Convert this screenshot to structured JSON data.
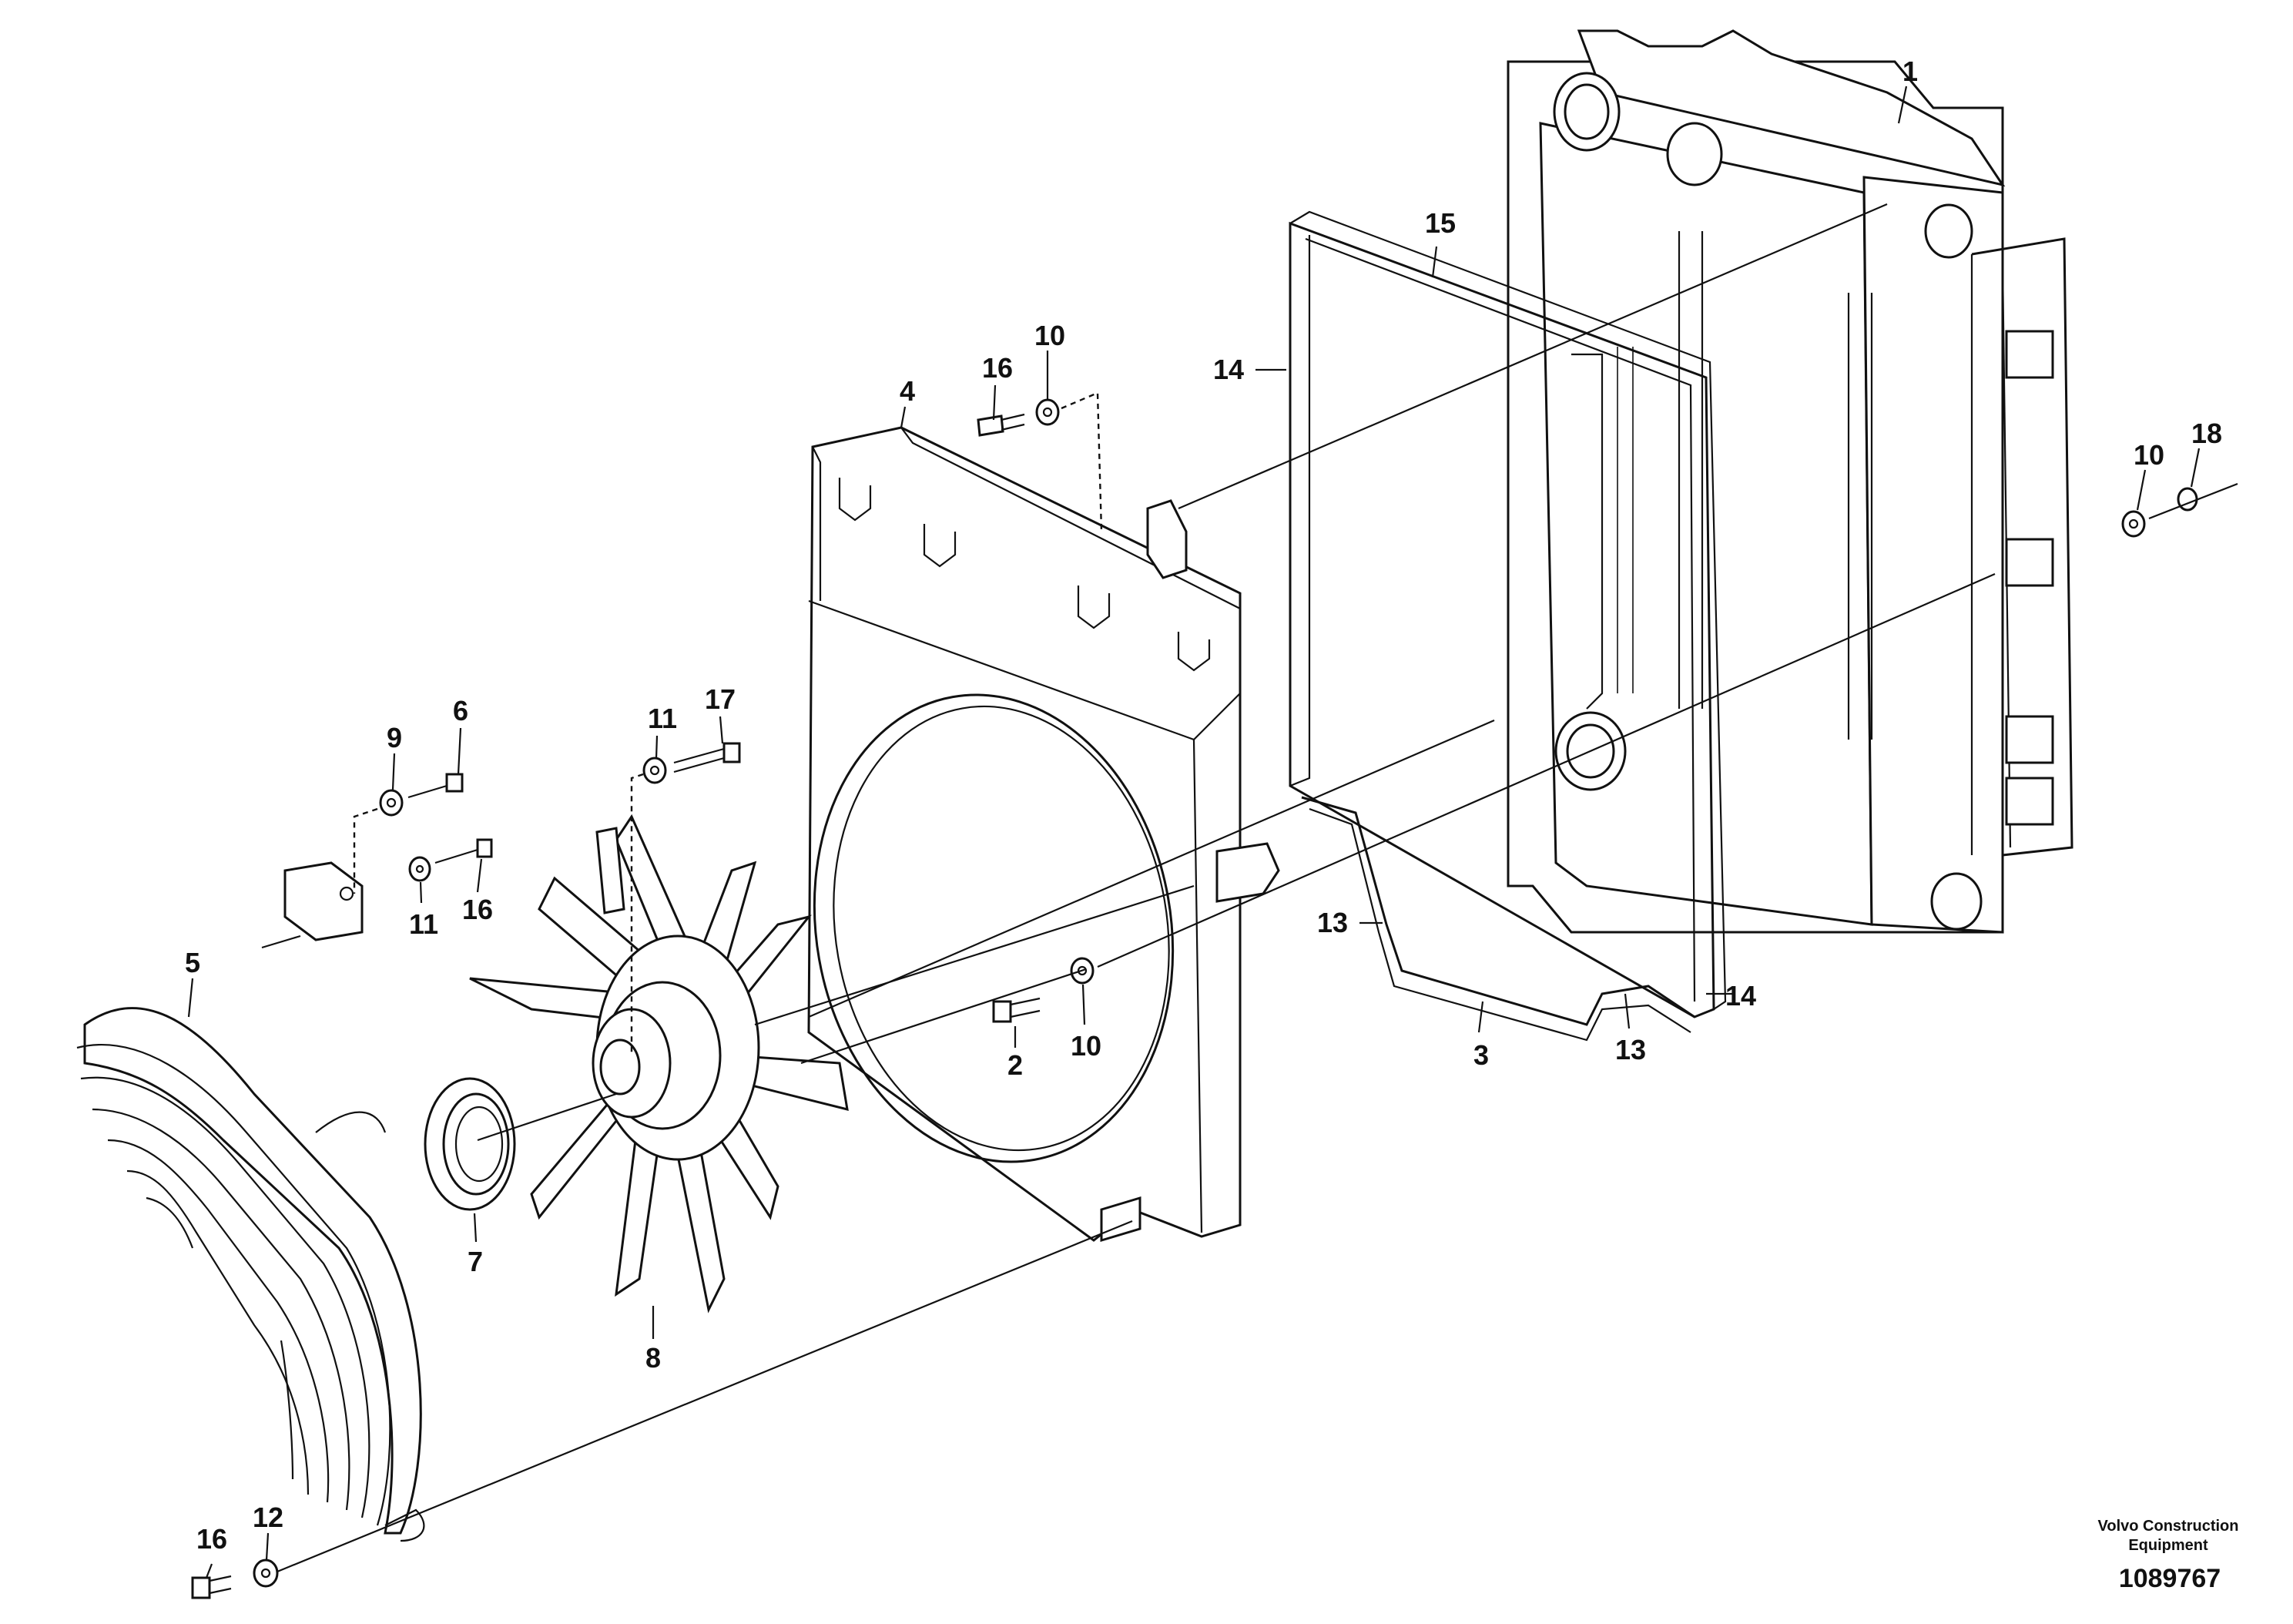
{
  "brand": {
    "line1": "Volvo Construction",
    "line2": "Equipment"
  },
  "document_number": "1089767",
  "callouts": [
    {
      "id": "c1",
      "text": "1"
    },
    {
      "id": "c15",
      "text": "15"
    },
    {
      "id": "c14a",
      "text": "14"
    },
    {
      "id": "c16a",
      "text": "16"
    },
    {
      "id": "c10a",
      "text": "10"
    },
    {
      "id": "c4",
      "text": "4"
    },
    {
      "id": "c10b",
      "text": "10"
    },
    {
      "id": "c18",
      "text": "18"
    },
    {
      "id": "c9",
      "text": "9"
    },
    {
      "id": "c6",
      "text": "6"
    },
    {
      "id": "c11a",
      "text": "11"
    },
    {
      "id": "c17",
      "text": "17"
    },
    {
      "id": "c11b",
      "text": "11"
    },
    {
      "id": "c16b",
      "text": "16"
    },
    {
      "id": "c5",
      "text": "5"
    },
    {
      "id": "c13a",
      "text": "13"
    },
    {
      "id": "c14b",
      "text": "14"
    },
    {
      "id": "c3",
      "text": "3"
    },
    {
      "id": "c13b",
      "text": "13"
    },
    {
      "id": "c2",
      "text": "2"
    },
    {
      "id": "c10c",
      "text": "10"
    },
    {
      "id": "c7",
      "text": "7"
    },
    {
      "id": "c8",
      "text": "8"
    },
    {
      "id": "c16c",
      "text": "16"
    },
    {
      "id": "c12",
      "text": "12"
    }
  ],
  "colors": {
    "line": "#111111",
    "background": "#ffffff"
  }
}
